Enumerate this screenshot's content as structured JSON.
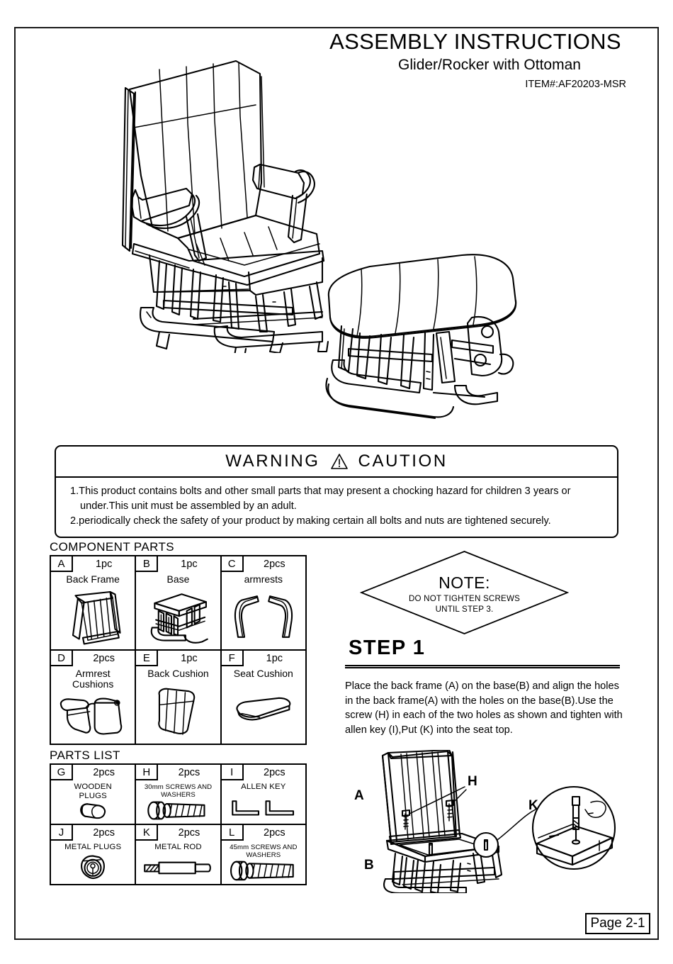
{
  "header": {
    "title": "ASSEMBLY INSTRUCTIONS",
    "subtitle": "Glider/Rocker with Ottoman",
    "item_number": "ITEM#:AF20203-MSR"
  },
  "hero": {
    "chair_alt": "glider-rocker-chair-line-drawing",
    "ottoman_alt": "ottoman-line-drawing"
  },
  "warning": {
    "heading_left": "WARNING",
    "heading_right": "CAUTION",
    "triangle_icon": "warning-triangle-icon",
    "lines": [
      "1.This product contains bolts and other small parts that may present a chocking hazard for children 3 years or",
      "under.This unit must be assembled by an adult.",
      "2.periodically check the safety of your product by making certain all bolts and nuts are tightened securely."
    ]
  },
  "component_parts": {
    "title": "COMPONENT  PARTS",
    "items": [
      {
        "letter": "A",
        "qty": "1pc",
        "name": "Back Frame",
        "icon": "back-frame-icon"
      },
      {
        "letter": "B",
        "qty": "1pc",
        "name": "Base",
        "icon": "base-icon"
      },
      {
        "letter": "C",
        "qty": "2pcs",
        "name": "armrests",
        "icon": "armrests-icon"
      },
      {
        "letter": "D",
        "qty": "2pcs",
        "name": "Armrest\nCushions",
        "icon": "armrest-cushions-icon"
      },
      {
        "letter": "E",
        "qty": "1pc",
        "name": "Back Cushion",
        "icon": "back-cushion-icon"
      },
      {
        "letter": "F",
        "qty": "1pc",
        "name": "Seat Cushion",
        "icon": "seat-cushion-icon"
      }
    ]
  },
  "parts_list": {
    "title": "PARTS  LIST",
    "items": [
      {
        "letter": "G",
        "qty": "2pcs",
        "name": "WOODEN\nPLUGS",
        "icon": "wooden-plugs-icon"
      },
      {
        "letter": "H",
        "qty": "2pcs",
        "name": "30mm SCREWS AND\nWASHERS",
        "icon": "screw-30mm-icon"
      },
      {
        "letter": "I",
        "qty": "2pcs",
        "name": "ALLEN KEY",
        "icon": "allen-key-icon"
      },
      {
        "letter": "J",
        "qty": "2pcs",
        "name": "METAL PLUGS",
        "icon": "metal-plugs-icon"
      },
      {
        "letter": "K",
        "qty": "2pcs",
        "name": "METAL ROD",
        "icon": "metal-rod-icon"
      },
      {
        "letter": "L",
        "qty": "2pcs",
        "name": "45mm SCREWS AND\nWASHERS",
        "icon": "screw-45mm-icon"
      }
    ]
  },
  "note": {
    "label": "NOTE:",
    "body": "DO NOT TIGHTEN SCREWS\nUNTIL STEP 3."
  },
  "step": {
    "title": "STEP  1",
    "text": "Place the back frame (A) on the base(B) and align the holes in the back  frame(A) with the holes on the base(B).Use the screw (H) in each of the two holes as shown and tighten with allen key (I),Put (K) into the seat top.",
    "figure_labels": {
      "a": "A",
      "b": "B",
      "h": "H",
      "k": "K"
    }
  },
  "footer": {
    "page": "Page 2-1"
  }
}
